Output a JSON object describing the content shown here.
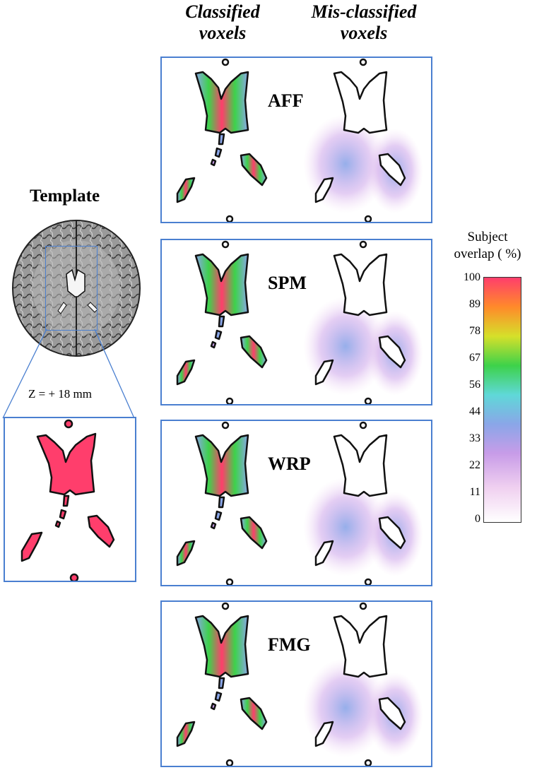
{
  "columns": {
    "classified_line1": "Classified",
    "classified_line2": "voxels",
    "misclassified_line1": "Mis-classified",
    "misclassified_line2": "voxels"
  },
  "template": {
    "title": "Template",
    "z_label": "Z = + 18 mm"
  },
  "methods": [
    {
      "label": "AFF"
    },
    {
      "label": "SPM"
    },
    {
      "label": "WRP"
    },
    {
      "label": "FMG"
    }
  ],
  "colorbar": {
    "title_line1": "Subject",
    "title_line2": "overlap ( %)",
    "ticks": [
      "100",
      "89",
      "78",
      "67",
      "56",
      "44",
      "33",
      "22",
      "11",
      "0"
    ],
    "colors": [
      "#ff3e6c",
      "#ff8a2a",
      "#d6e02a",
      "#3dd24a",
      "#5fd8d8",
      "#8aa6e8",
      "#c89ce8",
      "#f0d0f0",
      "#ffffff"
    ]
  },
  "accent": "#4a7fd0",
  "fill_template": "#ff3e6c"
}
